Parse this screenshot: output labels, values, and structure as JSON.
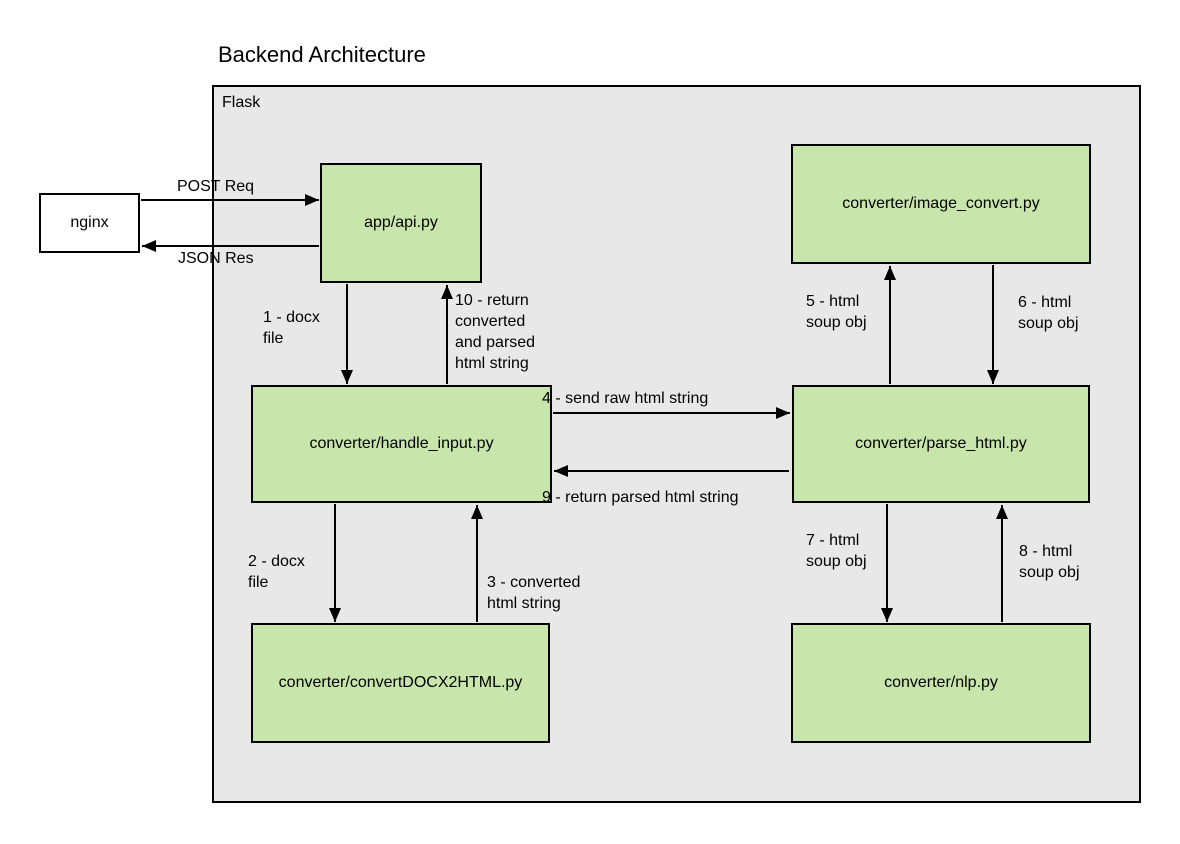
{
  "title": "Backend Architecture",
  "container": {
    "label": "Flask"
  },
  "colors": {
    "node_fill": "#c8e6ab",
    "container_fill": "#e8e8e8",
    "border": "#000000",
    "text": "#000000",
    "canvas": "#ffffff"
  },
  "nodes": {
    "nginx": {
      "label": "nginx"
    },
    "app_api": {
      "label": "app/api.py"
    },
    "image_convert": {
      "label": "converter/image_convert.py"
    },
    "handle_input": {
      "label": "converter/handle_input.py"
    },
    "parse_html": {
      "label": "converter/parse_html.py"
    },
    "convert_docx2html": {
      "label": "converter/convertDOCX2HTML.py"
    },
    "nlp": {
      "label": "converter/nlp.py"
    }
  },
  "edges": {
    "post_req": {
      "label": "POST Req",
      "from": "nginx",
      "to": "app_api"
    },
    "json_res": {
      "label": "JSON Res",
      "from": "app_api",
      "to": "nginx"
    },
    "step1": {
      "label": "1 - docx\nfile",
      "from": "app_api",
      "to": "handle_input"
    },
    "step10": {
      "label": "10 - return\nconverted\nand parsed\nhtml string",
      "from": "handle_input",
      "to": "app_api"
    },
    "step2": {
      "label": "2 - docx\nfile",
      "from": "handle_input",
      "to": "convert_docx2html"
    },
    "step3": {
      "label": "3 - converted\nhtml string",
      "from": "convert_docx2html",
      "to": "handle_input"
    },
    "step4": {
      "label": "4 - send raw html string",
      "from": "handle_input",
      "to": "parse_html"
    },
    "step9": {
      "label": "9 - return parsed html string",
      "from": "parse_html",
      "to": "handle_input"
    },
    "step5": {
      "label": "5 - html\nsoup obj",
      "from": "parse_html",
      "to": "image_convert"
    },
    "step6": {
      "label": "6 - html\nsoup obj",
      "from": "image_convert",
      "to": "parse_html"
    },
    "step7": {
      "label": "7 - html\nsoup obj",
      "from": "parse_html",
      "to": "nlp"
    },
    "step8": {
      "label": "8 - html\nsoup obj",
      "from": "nlp",
      "to": "parse_html"
    }
  }
}
